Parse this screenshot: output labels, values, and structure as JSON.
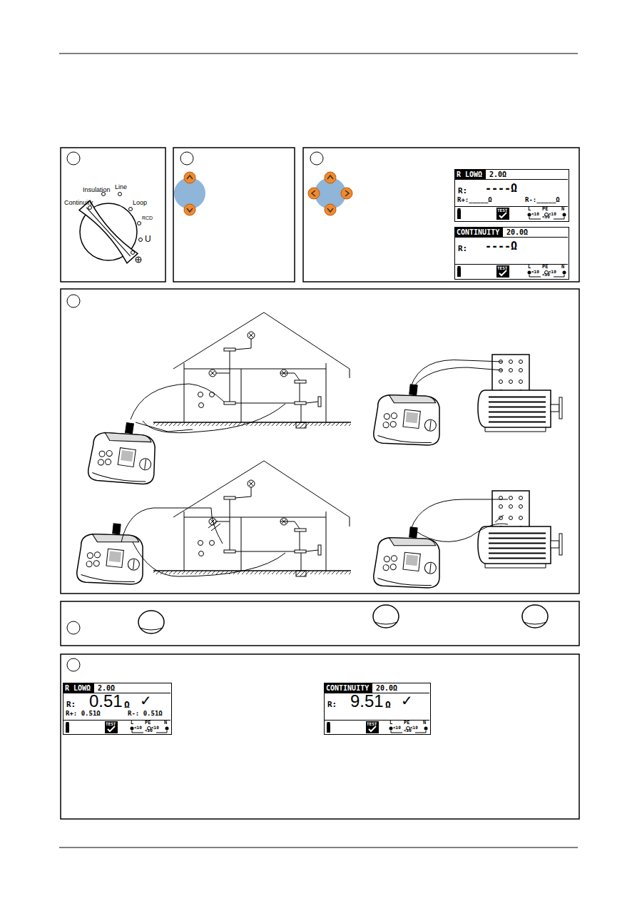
{
  "diagram": {
    "nodes": [
      {
        "text": [
          "R LOWΩ",
          "2.0Ω",
          "R:",
          "----Ω",
          "R+:_____Ω",
          "R-:_____Ω",
          "TEST",
          "L",
          "PE",
          "N",
          "<10",
          "<10",
          "<10"
        ]
      },
      {
        "text": [
          "CONTINUITY",
          "20.0Ω",
          "R:",
          "----Ω",
          "TEST",
          "L",
          "PE",
          "N",
          "<10",
          "<10",
          "<10"
        ]
      },
      {
        "text": [
          "R LOWΩ",
          "2.0Ω",
          "R:",
          "0.51",
          "Ω",
          "✓",
          "R+: 0.51Ω",
          "R-: 0.51Ω",
          "TEST",
          "L",
          "PE",
          "N",
          "<10",
          "<10",
          "<10"
        ]
      },
      {
        "text": [
          "CONTINUITY",
          "20.0Ω",
          "R:",
          "9.51",
          "Ω",
          "✓",
          "TEST",
          "L",
          "PE",
          "N",
          "<10",
          "<10",
          "<10"
        ]
      }
    ],
    "labels": [
      "Insulation",
      "Line",
      "Continuity",
      "Loop",
      "RCD",
      "U"
    ]
  }
}
